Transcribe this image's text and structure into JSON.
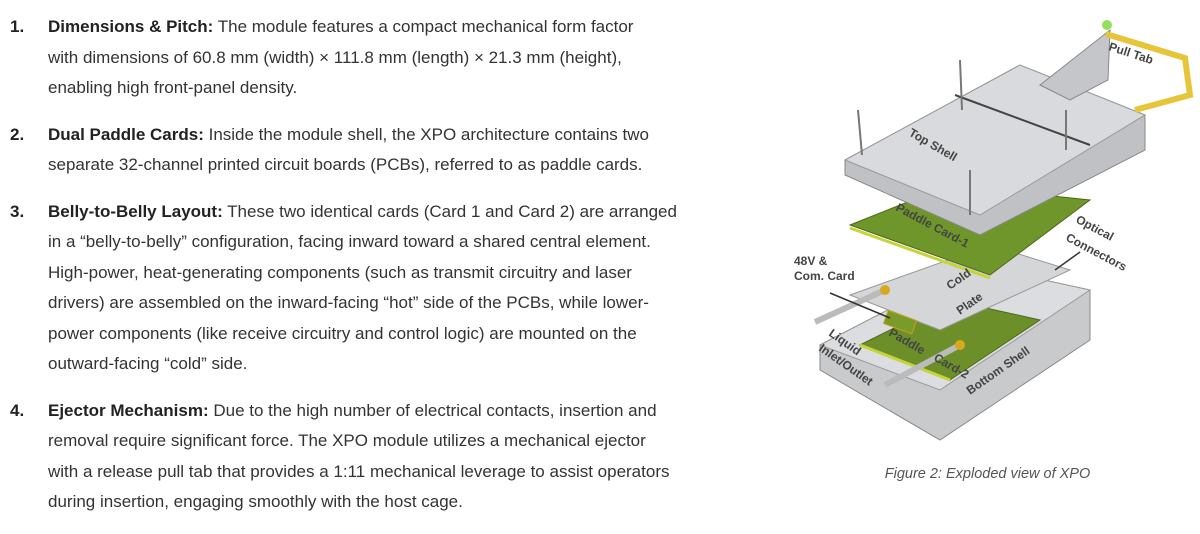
{
  "items": [
    {
      "num": "1.",
      "title": "Dimensions & Pitch:",
      "lines": [
        " The module features a compact mechanical form factor",
        "with dimensions of 60.8 mm (width) × 111.8 mm (length) × 21.3 mm (height),",
        "enabling high front-panel density."
      ]
    },
    {
      "num": "2.",
      "title": "Dual Paddle Cards:",
      "lines": [
        " Inside the module shell, the XPO architecture contains two",
        "separate 32-channel printed circuit boards (PCBs), referred to as paddle cards."
      ]
    },
    {
      "num": "3.",
      "title": "Belly-to-Belly Layout:",
      "lines": [
        " These two identical cards (Card 1 and Card 2) are arranged",
        "in a “belly-to-belly” configuration, facing inward toward a shared central element.",
        "High-power, heat-generating components (such as transmit circuitry and laser",
        "drivers) are assembled on the inward-facing “hot” side of the PCBs, while lower-",
        "power components (like receive circuitry and control logic) are mounted on the",
        "outward-facing “cold” side."
      ]
    },
    {
      "num": "4.",
      "title": "Ejector Mechanism:",
      "lines": [
        " Due to the high number of electrical contacts, insertion and",
        "removal require significant force. The XPO module utilizes a mechanical ejector",
        "with a release pull tab that provides a 1:11 mechanical leverage to assist operators",
        "during insertion, engaging smoothly with the host cage."
      ]
    }
  ],
  "figure": {
    "caption": "Figure 2: Exploded view of XPO",
    "labels": {
      "pull_tab": "Pull Tab",
      "top_shell": "Top Shell",
      "paddle_card_1": "Paddle Card-1",
      "optical_1": "Optical",
      "optical_2": "Connectors",
      "power_1": "48V &",
      "power_2": "Com. Card",
      "cold_1": "Cold",
      "cold_2": "Plate",
      "liquid_1": "Liquid",
      "liquid_2": "Inlet/Outlet",
      "paddle_card_2a": "Paddle",
      "paddle_card_2b": "Card-2",
      "bottom_shell": "Bottom Shell"
    }
  }
}
